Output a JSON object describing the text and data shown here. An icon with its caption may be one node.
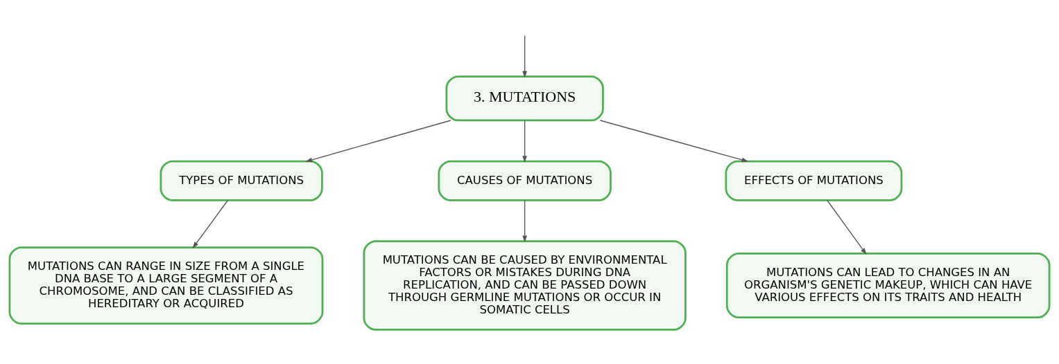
{
  "diagram": {
    "nodes": [
      {
        "text": [
          "3. MUTATIONS"
        ]
      },
      {
        "text": [
          "TYPES OF MUTATIONS"
        ]
      },
      {
        "text": [
          "CAUSES OF MUTATIONS"
        ]
      },
      {
        "text": [
          "EFFECTS OF MUTATIONS"
        ]
      },
      {
        "text": [
          "MUTATIONS CAN RANGE IN SIZE FROM A SINGLE DNA BASE TO A LARGE SEGMENT OF A CHROMOSOME, AND CAN BE CLASSIFIED AS HEREDITARY OR ACQUIRED"
        ]
      },
      {
        "text": [
          "MUTATIONS CAN BE CAUSED BY ENVIRONMENTAL FACTORS OR MISTAKES DURING DNA REPLICATION, AND CAN BE PASSED DOWN THROUGH GERMLINE MUTATIONS OR OCCUR IN SOMATIC CELLS"
        ]
      },
      {
        "text": [
          "MUTATIONS CAN LEAD TO CHANGES IN AN ORGANISM'S GENETIC MAKEUP, WHICH CAN HAVE VARIOUS EFFECTS ON ITS TRAITS AND HEALTH"
        ]
      }
    ],
    "edges": [
      {
        "from": null,
        "to": 0,
        "arrow": "to"
      },
      {
        "from": 0,
        "to": 1,
        "arrow": "to"
      },
      {
        "from": 0,
        "to": 2,
        "arrow": "to"
      },
      {
        "from": 0,
        "to": 3,
        "arrow": "to"
      },
      {
        "from": 1,
        "to": 4,
        "arrow": "to"
      },
      {
        "from": 2,
        "to": 5,
        "arrow": "to"
      },
      {
        "from": 3,
        "to": 6,
        "arrow": "to"
      }
    ]
  }
}
